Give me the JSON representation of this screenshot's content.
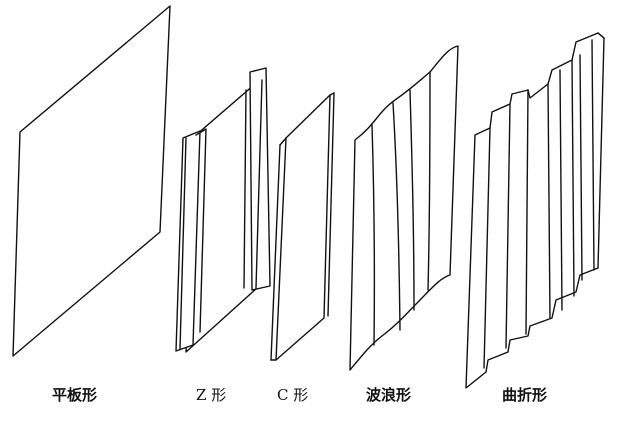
{
  "labels": {
    "flat": "平板形",
    "z_shape": "Z 形",
    "c_shape": "C 形",
    "wave": "波浪形",
    "bent": "曲折形"
  }
}
